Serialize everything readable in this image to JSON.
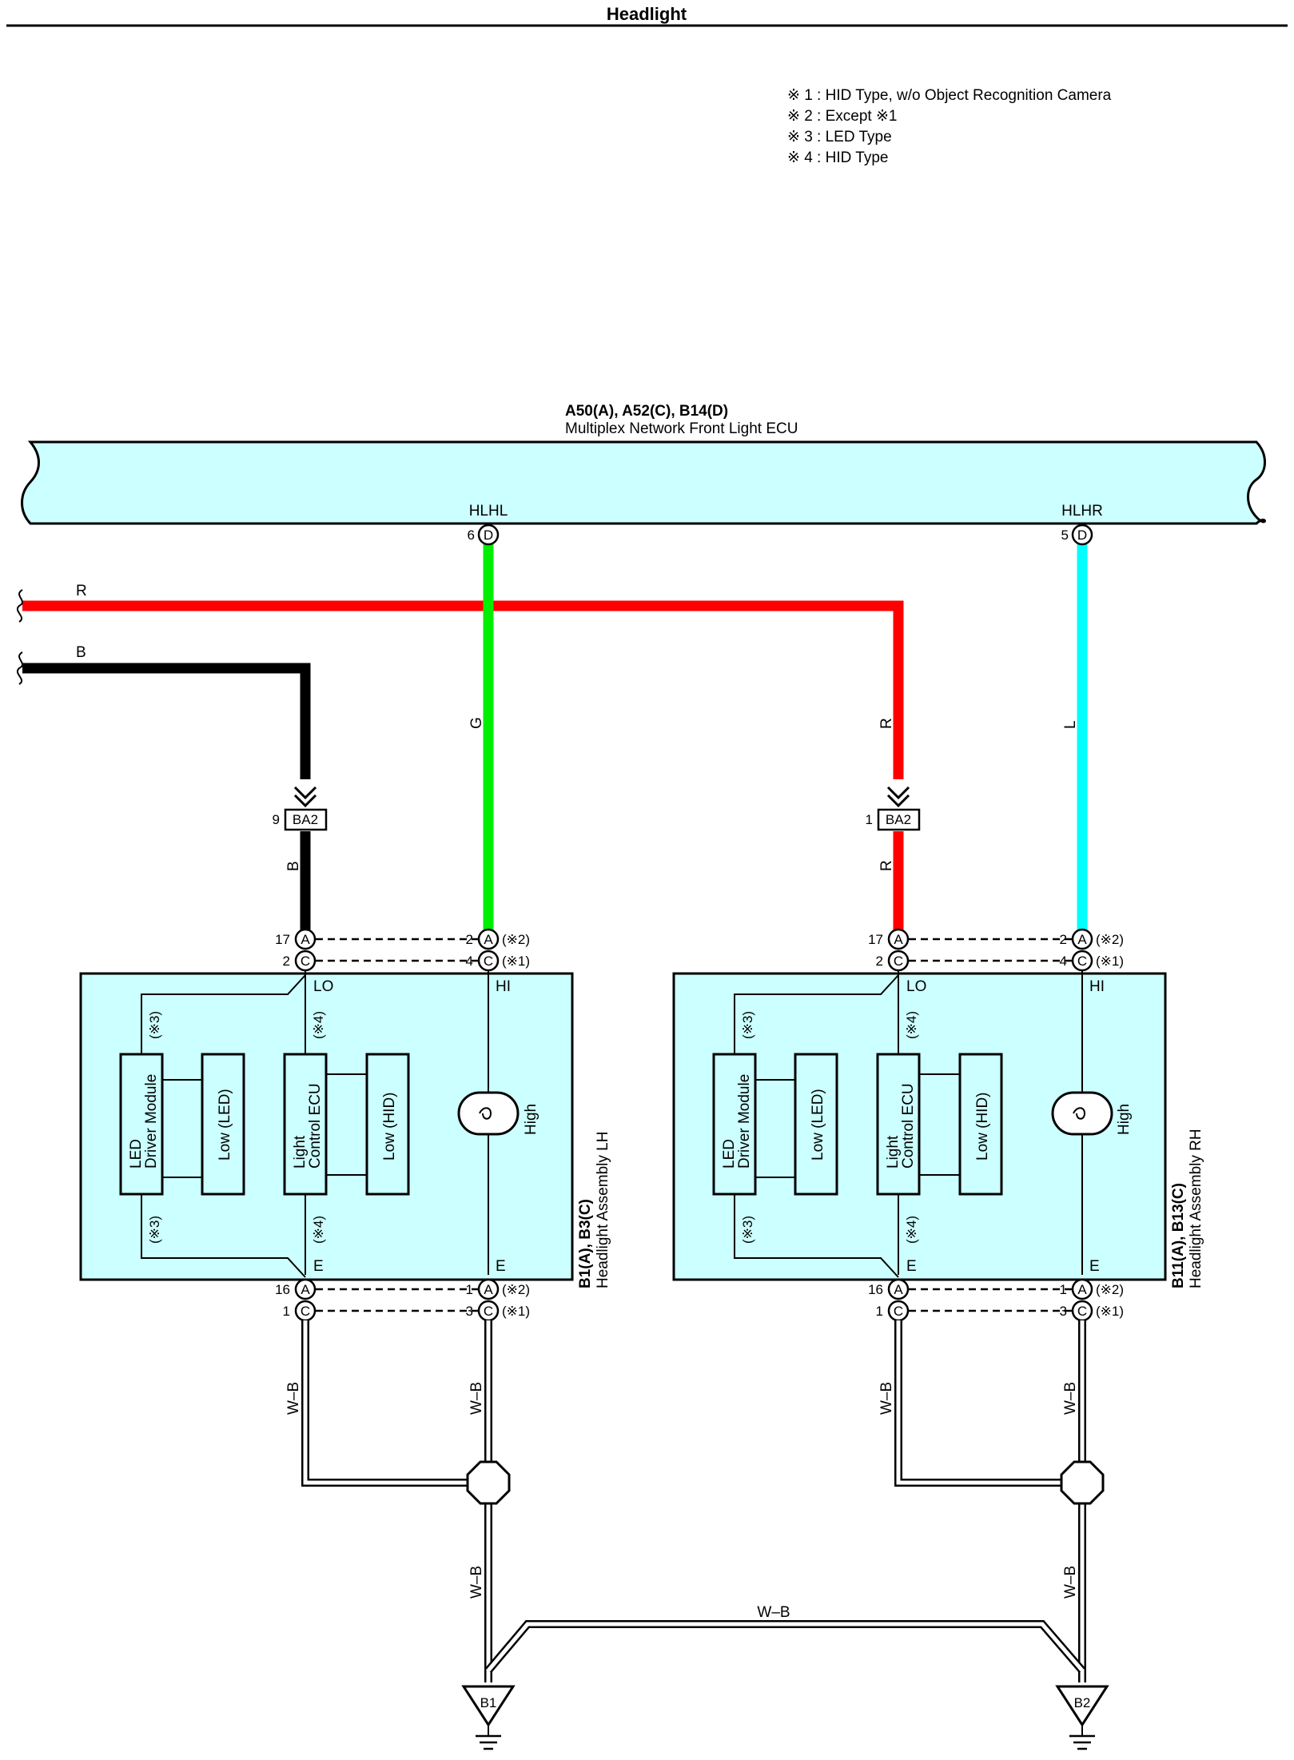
{
  "title": "Headlight",
  "notes": [
    "※ 1 : HID Type,  w/o Object Recognition Camera",
    "※ 2 : Except ※1",
    "※ 3 : LED Type",
    "※ 4 : HID Type"
  ],
  "ecu": {
    "id": "A50(A), A52(C), B14(D)",
    "name": "Multiplex Network Front Light ECU",
    "terminal_left": "HLHL",
    "terminal_right": "HLHR",
    "pin_left": "6",
    "pin_right": "5",
    "conn": "D"
  },
  "wires": {
    "red": "R",
    "black": "B",
    "green": "G",
    "blue": "L",
    "ground": "W–B"
  },
  "junction": {
    "name": "BA2",
    "pin_left": "9",
    "pin_right": "1"
  },
  "assembly_lh": {
    "id": "B1(A), B3(C)",
    "name": "Headlight Assembly LH"
  },
  "assembly_rh": {
    "id": "B11(A), B13(C)",
    "name": "Headlight Assembly RH"
  },
  "inner": {
    "lo": "LO",
    "hi": "HI",
    "e": "E",
    "led_driver_1": "LED",
    "led_driver_2": "Driver Module",
    "low_led": "Low (LED)",
    "ecu_1": "Light",
    "ecu_2": "Control ECU",
    "low_hid": "Low (HID)",
    "high": "High",
    "note3": "(※3)",
    "note4": "(※4)"
  },
  "pins": {
    "top_a_left": "17",
    "top_c_left": "2",
    "top_a_right": "2",
    "top_c_right": "4",
    "bot_a_left": "16",
    "bot_c_left": "1",
    "bot_a_right": "1",
    "bot_c_right": "3",
    "a": "A",
    "c": "C",
    "note_a": "(※2)",
    "note_c": "(※1)"
  },
  "grounds": {
    "lh": "B1",
    "rh": "B2"
  },
  "colors": {
    "red": "#ff0000",
    "green": "#00ee00",
    "blue": "#00ffff",
    "black": "#000000",
    "box_fill": "#ccffff",
    "ecu_fill": "#ccffff"
  }
}
